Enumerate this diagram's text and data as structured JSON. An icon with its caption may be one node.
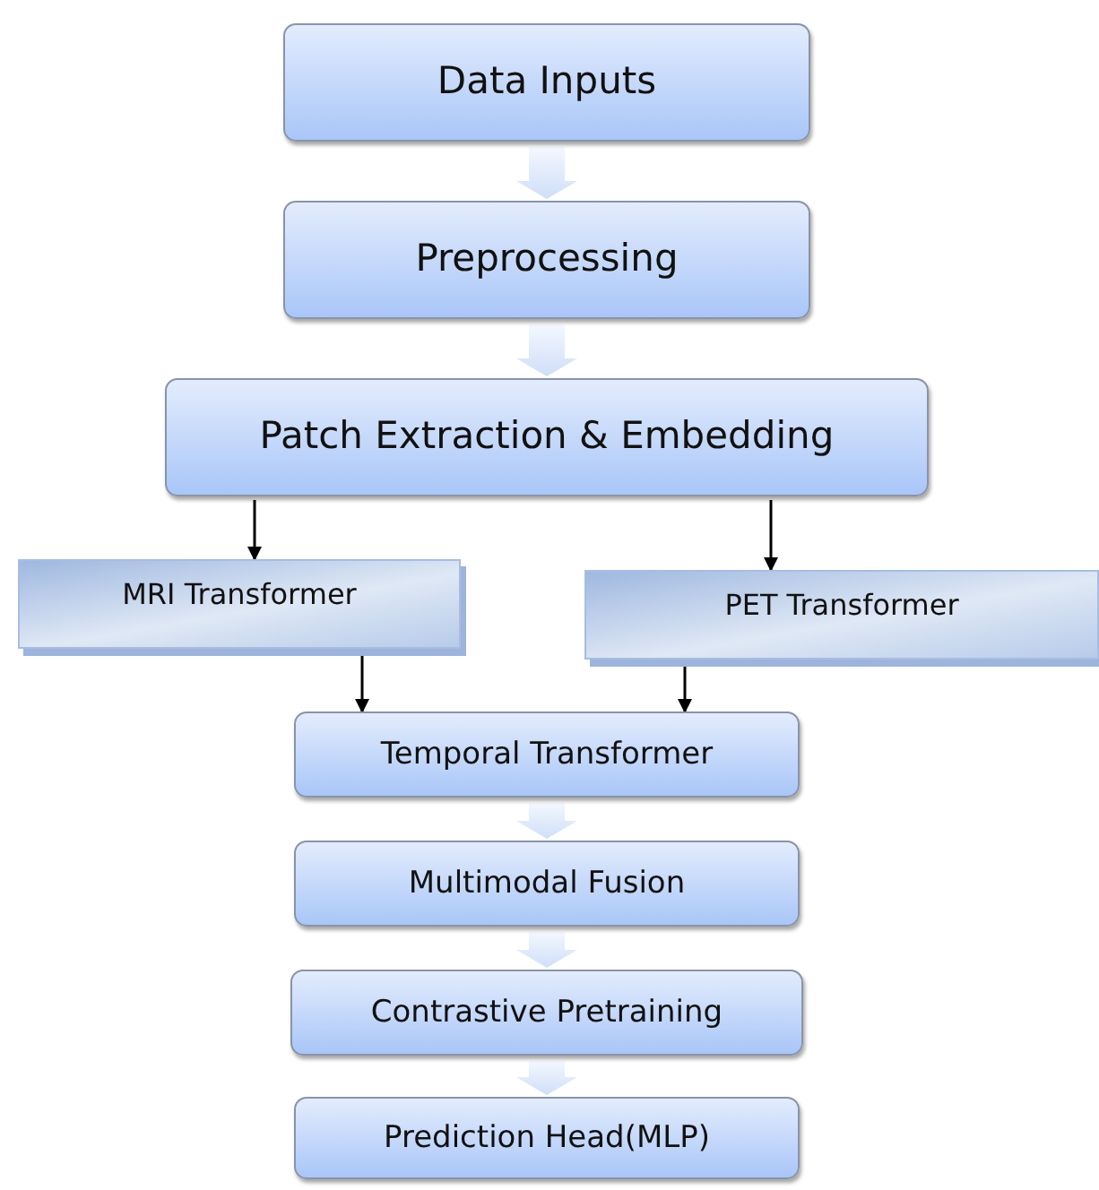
{
  "diagram": {
    "nodes": [
      {
        "text": [
          "Data Inputs"
        ]
      },
      {
        "text": [
          "Preprocessing"
        ]
      },
      {
        "text": [
          "Patch Extraction & Embedding"
        ]
      },
      {
        "text": [
          "MRI Transformer"
        ]
      },
      {
        "text": [
          "PET Transformer"
        ]
      },
      {
        "text": [
          "Temporal Transformer"
        ]
      },
      {
        "text": [
          "Multimodal Fusion"
        ]
      },
      {
        "text": [
          "Contrastive Pretraining"
        ]
      },
      {
        "text": [
          "Prediction Head(MLP)"
        ]
      }
    ],
    "edges": [
      {
        "from": 0,
        "to": 1,
        "arrow": "to",
        "style": "thick"
      },
      {
        "from": 1,
        "to": 2,
        "arrow": "to",
        "style": "thick"
      },
      {
        "from": 2,
        "to": 3,
        "arrow": "to",
        "color": "#000000"
      },
      {
        "from": 2,
        "to": 4,
        "arrow": "to",
        "color": "#000000"
      },
      {
        "from": 3,
        "to": 5,
        "arrow": "to",
        "color": "#000000"
      },
      {
        "from": 4,
        "to": 5,
        "arrow": "to",
        "color": "#000000"
      },
      {
        "from": 5,
        "to": 6,
        "arrow": "to",
        "style": "thick"
      },
      {
        "from": 6,
        "to": 7,
        "arrow": "to",
        "style": "thick"
      },
      {
        "from": 7,
        "to": 8,
        "arrow": "to",
        "style": "thick"
      }
    ]
  }
}
